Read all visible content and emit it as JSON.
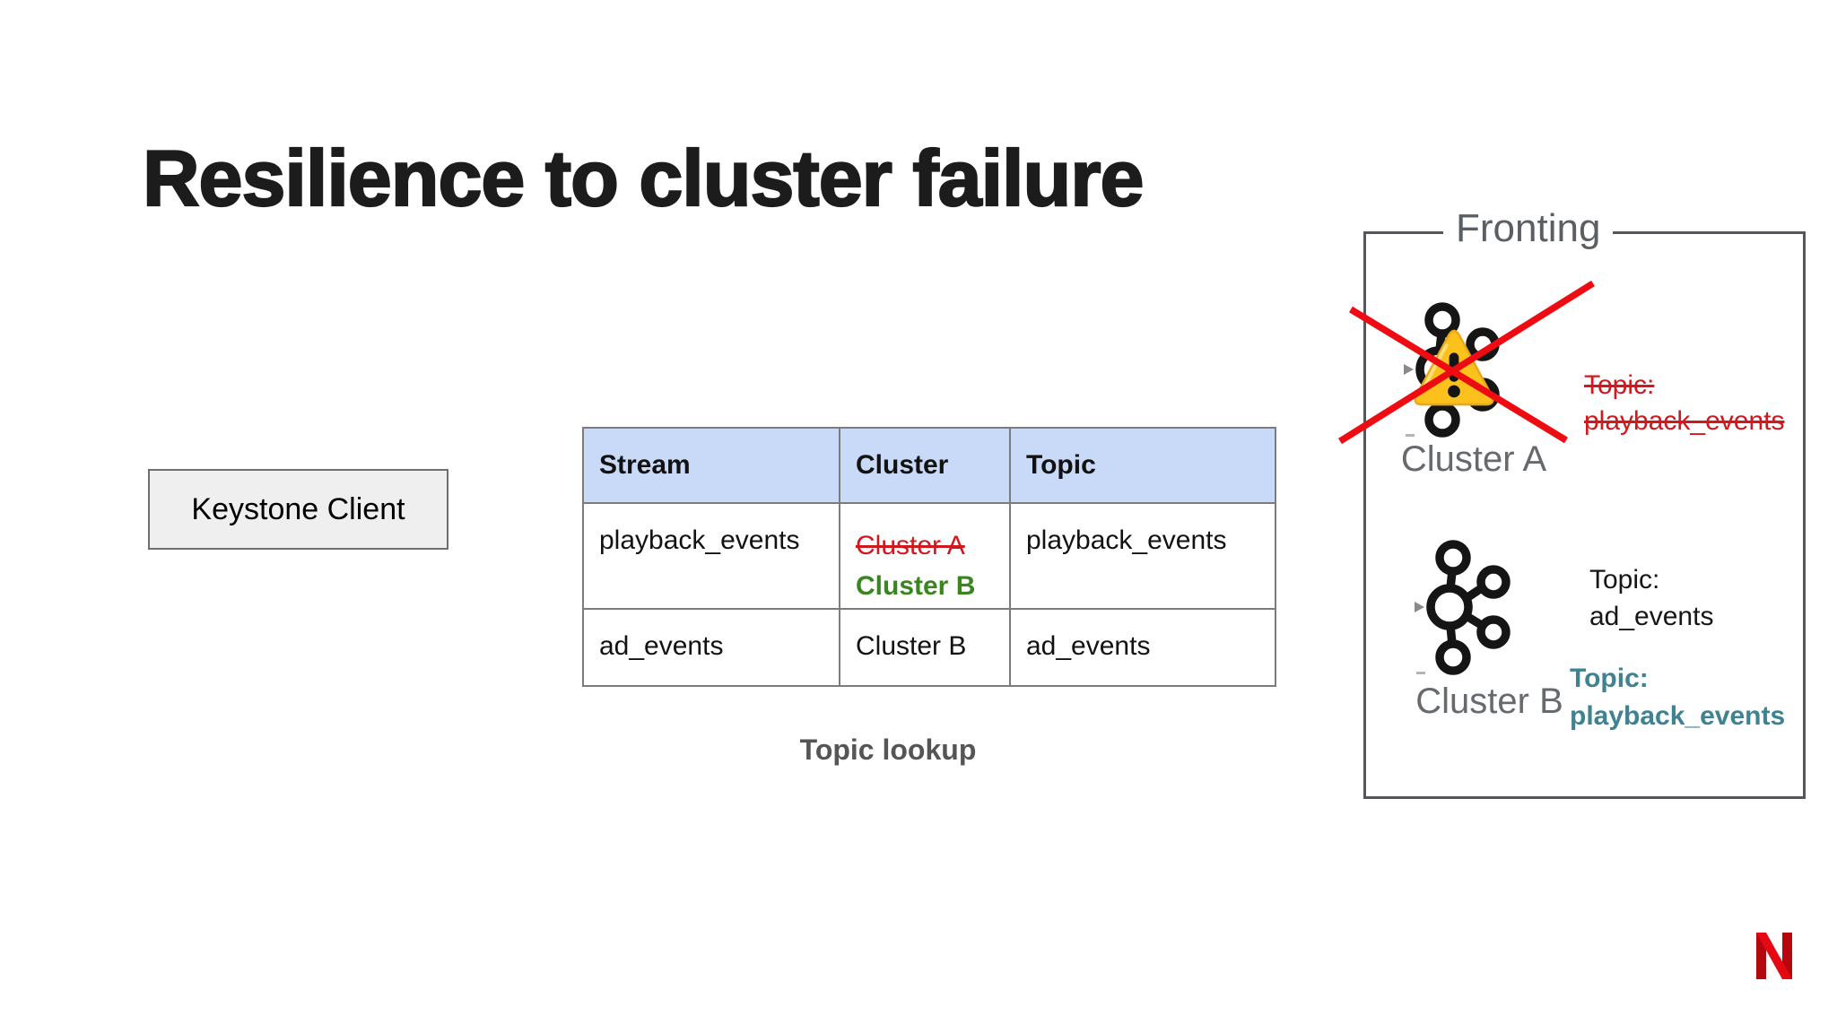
{
  "title": "Resilience to cluster failure",
  "keystone_client": {
    "label": "Keystone Client"
  },
  "lookup_table": {
    "headers": [
      "Stream",
      "Cluster",
      "Topic"
    ],
    "rows": [
      {
        "stream": "playback_events",
        "cluster_failed": "Cluster A",
        "cluster_new": "Cluster B",
        "topic": "playback_events"
      },
      {
        "stream": "ad_events",
        "cluster": "Cluster B",
        "topic": "ad_events"
      }
    ],
    "caption": "Topic lookup"
  },
  "fronting": {
    "legend": "Fronting",
    "cluster_a": {
      "label": "Cluster A",
      "topic_label": "Topic:",
      "topic_value": "playback_events"
    },
    "cluster_b": {
      "label": "Cluster B",
      "topic_primary_label": "Topic:",
      "topic_primary_value": "ad_events",
      "topic_failover_label": "Topic:",
      "topic_failover_value": "playback_events"
    }
  },
  "icons": {
    "kafka": "kafka-cluster-icon",
    "warning": "warning-triangle-icon",
    "cross": "red-cross-icon",
    "brand": "netflix-n-icon"
  },
  "colors": {
    "table_header_bg": "#c9daf8",
    "failed_red": "#d0181f",
    "failover_green": "#38861d",
    "failover_teal": "#3f8291",
    "cross_red": "#ee0b12",
    "label_gray": "#66696d",
    "netflix_red": "#e50914",
    "netflix_dark_red": "#b6070f"
  }
}
